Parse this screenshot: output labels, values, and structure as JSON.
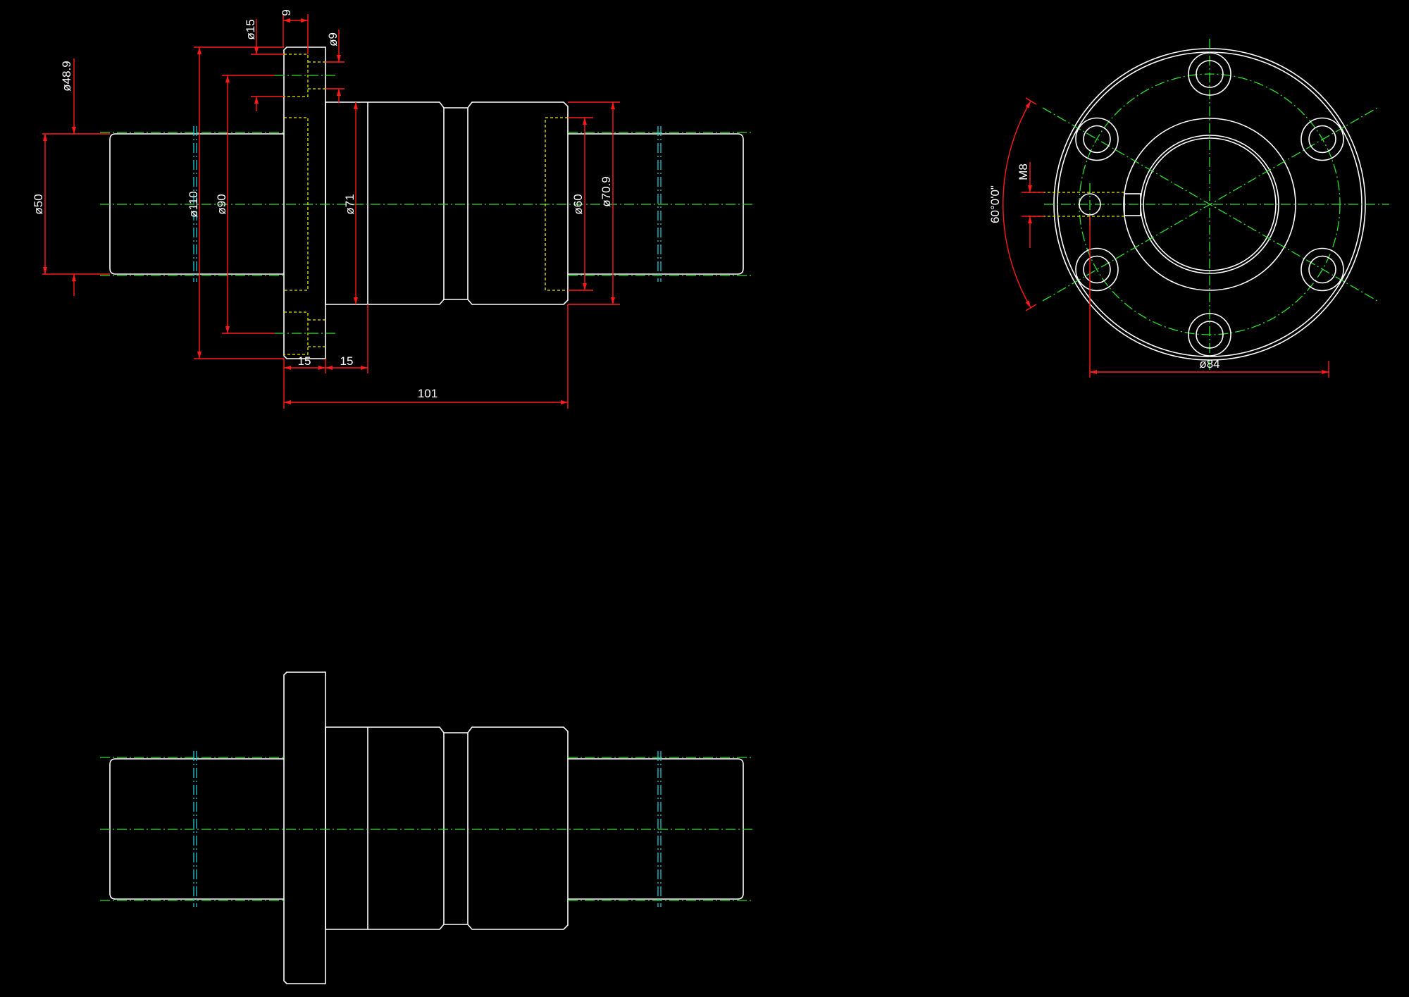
{
  "colors": {
    "background": "#000000",
    "outline": "#ffffff",
    "centerline": "#2ee02e",
    "hidden": "#e8e800",
    "dimension": "#ff1a1a",
    "thread": "#22c8d8"
  },
  "front_view": {
    "dimensions": {
      "d50": "ø50",
      "d48_9": "ø48.9",
      "d110": "ø110",
      "d90": "ø90",
      "d15": "ø15",
      "w9": "9",
      "d9": "ø9",
      "d71": "ø71",
      "d60": "ø60",
      "d70_9": "ø70.9",
      "len15a": "15",
      "len15b": "15",
      "len101": "101"
    }
  },
  "end_view": {
    "dimensions": {
      "angle": "60°0'0\"",
      "thread": "M8",
      "d84": "ø84"
    }
  }
}
